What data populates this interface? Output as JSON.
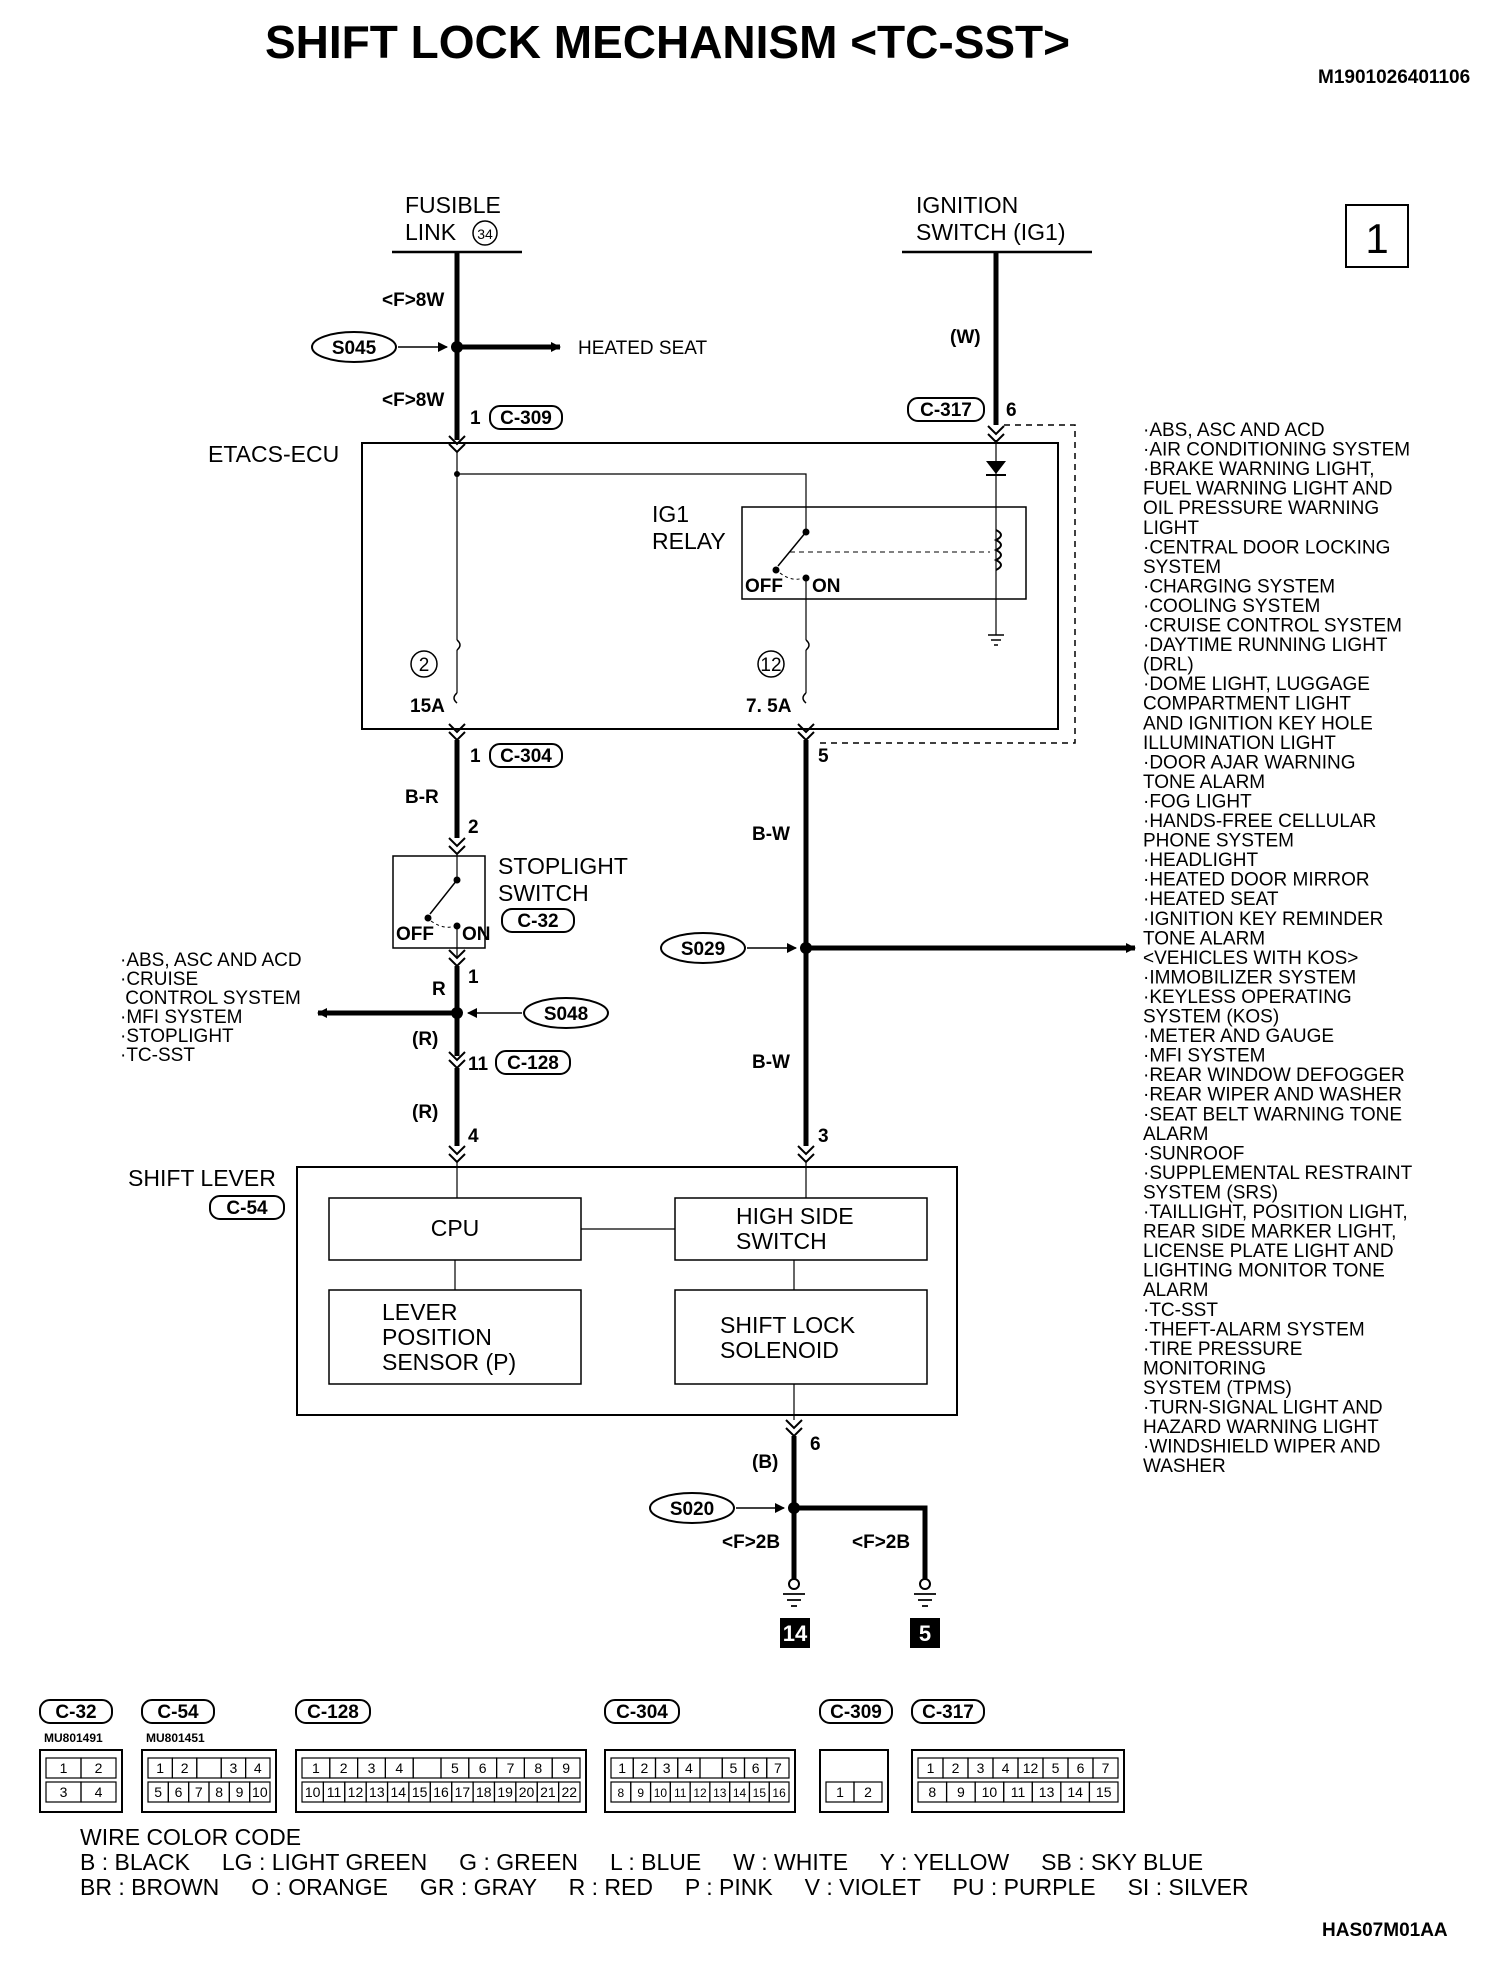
{
  "title": "SHIFT LOCK MECHANISM <TC-SST>",
  "doc_id": "M1901026401106",
  "page_box": "1",
  "figure_code": "HAS07M01AA",
  "top": {
    "fusible_link": [
      "FUSIBLE",
      "LINK"
    ],
    "fusible_link_num": "34",
    "ignition_switch": [
      "IGNITION",
      "SWITCH (IG1)"
    ]
  },
  "wires": {
    "f8w_a": "<F>8W",
    "f8w_b": "<F>8W",
    "w": "(W)",
    "br": "B-R",
    "bw_a": "B-W",
    "bw_b": "B-W",
    "r": "R",
    "r_paren_a": "(R)",
    "r_paren_b": "(R)",
    "b_paren": "(B)",
    "f2b_a": "<F>2B",
    "f2b_b": "<F>2B"
  },
  "splices": {
    "s045": "S045",
    "s029": "S029",
    "s048": "S048",
    "s020": "S020"
  },
  "heated_seat": "HEATED SEAT",
  "pins": {
    "c309_1": "1",
    "c317_6": "6",
    "c304_1": "1",
    "c304_5": "5",
    "c32_2": "2",
    "c32_1": "1",
    "c128_11": "11",
    "c54_4": "4",
    "c54_3": "3",
    "c54_6": "6"
  },
  "etacs": {
    "label": "ETACS-ECU",
    "relay_label": [
      "IG1",
      "RELAY"
    ],
    "off": "OFF",
    "on": "ON",
    "fuse2_num": "2",
    "fuse2_amp": "15A",
    "fuse12_num": "12",
    "fuse12_amp": "7. 5A"
  },
  "stoplight": {
    "label": [
      "STOPLIGHT",
      "SWITCH"
    ],
    "off": "OFF",
    "on": "ON"
  },
  "shift_lever": {
    "label": "SHIFT LEVER",
    "cpu": "CPU",
    "high_side": [
      "HIGH SIDE",
      "SWITCH"
    ],
    "lever_pos": [
      "LEVER",
      "POSITION",
      "SENSOR (P)"
    ],
    "solenoid": [
      "SHIFT LOCK",
      "SOLENOID"
    ]
  },
  "left_list": [
    "·ABS, ASC AND ACD",
    "·CRUISE",
    " CONTROL SYSTEM",
    "·MFI SYSTEM",
    "·STOPLIGHT",
    "·TC-SST"
  ],
  "right_list": [
    "·ABS, ASC AND ACD",
    "·AIR CONDITIONING SYSTEM",
    "·BRAKE WARNING LIGHT,",
    " FUEL WARNING LIGHT AND",
    " OIL PRESSURE WARNING",
    " LIGHT",
    "·CENTRAL DOOR LOCKING",
    " SYSTEM",
    "·CHARGING SYSTEM",
    "·COOLING SYSTEM",
    "·CRUISE CONTROL SYSTEM",
    "·DAYTIME RUNNING LIGHT",
    " (DRL)",
    "·DOME LIGHT, LUGGAGE",
    " COMPARTMENT LIGHT",
    " AND IGNITION KEY HOLE",
    " ILLUMINATION LIGHT",
    "·DOOR AJAR WARNING",
    " TONE ALARM",
    "·FOG LIGHT",
    "·HANDS-FREE CELLULAR",
    " PHONE SYSTEM",
    "·HEADLIGHT",
    "·HEATED DOOR MIRROR",
    "·HEATED SEAT",
    "·IGNITION KEY REMINDER",
    " TONE ALARM",
    " <VEHICLES WITH KOS>",
    "·IMMOBILIZER SYSTEM",
    "·KEYLESS OPERATING",
    " SYSTEM (KOS)",
    "·METER AND GAUGE",
    "·MFI SYSTEM",
    "·REAR WINDOW DEFOGGER",
    "·REAR WIPER AND WASHER",
    "·SEAT BELT WARNING TONE",
    " ALARM",
    "·SUNROOF",
    "·SUPPLEMENTAL RESTRAINT",
    " SYSTEM (SRS)",
    "·TAILLIGHT, POSITION LIGHT,",
    " REAR SIDE MARKER LIGHT,",
    " LICENSE PLATE LIGHT AND",
    " LIGHTING MONITOR TONE",
    " ALARM",
    "·TC-SST",
    "·THEFT-ALARM SYSTEM",
    "·TIRE PRESSURE",
    " MONITORING",
    " SYSTEM (TPMS)",
    "·TURN-SIGNAL LIGHT AND",
    " HAZARD WARNING LIGHT",
    "·WINDSHIELD WIPER AND",
    " WASHER"
  ],
  "grounds": [
    "14",
    "5"
  ],
  "connectors": [
    {
      "id": "C-32",
      "part": "MU801491",
      "top": [
        "1",
        "2"
      ],
      "bottom": [
        "3",
        "4"
      ]
    },
    {
      "id": "C-54",
      "part": "MU801451",
      "top": [
        "1",
        "2",
        "",
        "3",
        "4"
      ],
      "bottom": [
        "5",
        "6",
        "7",
        "8",
        "9",
        "10"
      ]
    },
    {
      "id": "C-128",
      "part": "",
      "top": [
        "1",
        "2",
        "3",
        "4",
        "",
        "5",
        "6",
        "7",
        "8",
        "9"
      ],
      "bottom": [
        "10",
        "11",
        "12",
        "13",
        "14",
        "15",
        "16",
        "17",
        "18",
        "19",
        "20",
        "21",
        "22"
      ]
    },
    {
      "id": "C-304",
      "part": "",
      "top": [
        "1",
        "2",
        "3",
        "4",
        "",
        "5",
        "6",
        "7"
      ],
      "bottom": [
        "8",
        "9",
        "10",
        "11",
        "12",
        "13",
        "14",
        "15",
        "16"
      ]
    },
    {
      "id": "C-309",
      "part": "",
      "top": [],
      "bottom": [
        "1",
        "2"
      ]
    },
    {
      "id": "C-317",
      "part": "",
      "top": [
        "1",
        "2",
        "3",
        "4",
        "12",
        "5",
        "6",
        "7"
      ],
      "bottom": [
        "8",
        "9",
        "10",
        "11",
        "13",
        "14",
        "15"
      ]
    }
  ],
  "wire_color_code": {
    "title": "WIRE COLOR CODE",
    "line1": "B : BLACK     LG : LIGHT GREEN     G : GREEN     L : BLUE     W : WHITE     Y : YELLOW     SB : SKY BLUE",
    "line2": "BR : BROWN     O : ORANGE     GR : GRAY     R : RED     P : PINK     V : VIOLET     PU : PURPLE     SI : SILVER"
  }
}
